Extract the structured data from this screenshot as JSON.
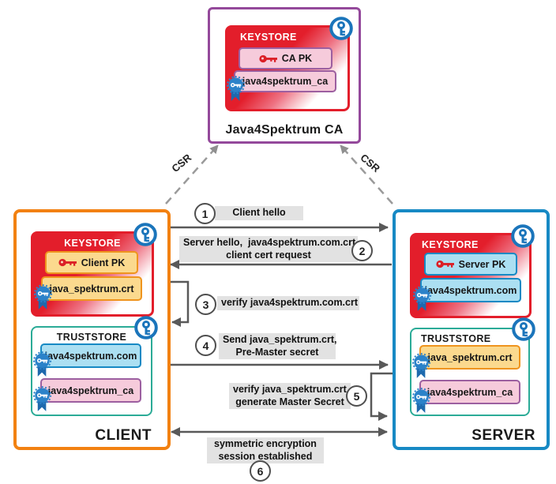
{
  "diagram": {
    "ca": {
      "title": "Java4Spektrum CA",
      "keystore": {
        "label": "KEYSTORE",
        "entries": [
          {
            "label": "CA PK"
          },
          {
            "label": "java4spektrum_ca"
          }
        ]
      }
    },
    "client": {
      "title": "CLIENT",
      "keystore": {
        "label": "KEYSTORE",
        "entries": [
          {
            "label": "Client PK"
          },
          {
            "label": "java_spektrum.crt"
          }
        ]
      },
      "truststore": {
        "label": "TRUSTSTORE",
        "entries": [
          {
            "label": "java4spektrum.com"
          },
          {
            "label": "java4spektrum_ca"
          }
        ]
      }
    },
    "server": {
      "title": "SERVER",
      "keystore": {
        "label": "KEYSTORE",
        "entries": [
          {
            "label": "Server PK"
          },
          {
            "label": "java4spektrum.com"
          }
        ]
      },
      "truststore": {
        "label": "TRUSTSTORE",
        "entries": [
          {
            "label": "java_spektrum.crt"
          },
          {
            "label": "java4spektrum_ca"
          }
        ]
      }
    },
    "csr_left": "CSR",
    "csr_right": "CSR",
    "steps": [
      {
        "num": "1",
        "lines": [
          "Client hello"
        ]
      },
      {
        "num": "2",
        "lines": [
          "Server hello,  java4spektrum.com.crt,",
          "client cert request"
        ]
      },
      {
        "num": "3",
        "lines": [
          "verify java4spektrum.com.crt"
        ]
      },
      {
        "num": "4",
        "lines": [
          "Send java_spektrum.crt,",
          "Pre-Master secret"
        ]
      },
      {
        "num": "5",
        "lines": [
          "verify java_spektrum.crt,",
          "generate Master Secret"
        ]
      },
      {
        "num": "6",
        "lines": [
          "symmetric encryption",
          "session established"
        ]
      }
    ],
    "colors": {
      "ca_border": "#94499B",
      "client_border": "#F28111",
      "server_border": "#1789C4",
      "keystore_red": "#E31E2B",
      "truststore_teal": "#2BAB97",
      "cert_pink_fill": "#F6CBDB",
      "cert_pink_border": "#9C5FA0",
      "cert_orange_fill": "#FBD98E",
      "cert_orange_border": "#EF941E",
      "cert_blue_fill": "#ABDFF2",
      "cert_blue_border": "#1789C4",
      "step_label_bg": "#E2E2E2",
      "arrow": "#595959",
      "dashed_arrow": "#9A9A9A",
      "key_badge_blue": "#1B75BB",
      "red_key": "#DB1F26"
    }
  }
}
